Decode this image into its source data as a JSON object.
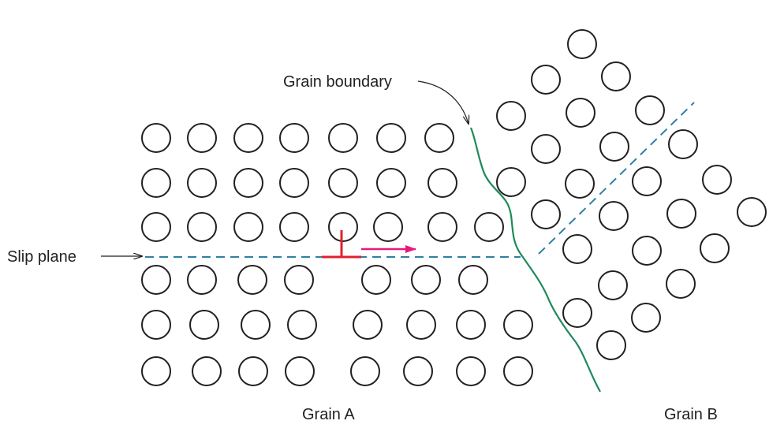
{
  "labels": {
    "grain_boundary": "Grain boundary",
    "slip_plane": "Slip plane",
    "grain_a": "Grain A",
    "grain_b": "Grain B"
  },
  "colors": {
    "atom_stroke": "#231f20",
    "slip_plane": "#2f7fa6",
    "grain_boundary": "#1e8a5a",
    "dislocation": "#e0202e",
    "motion_arrow": "#e6197c"
  }
}
